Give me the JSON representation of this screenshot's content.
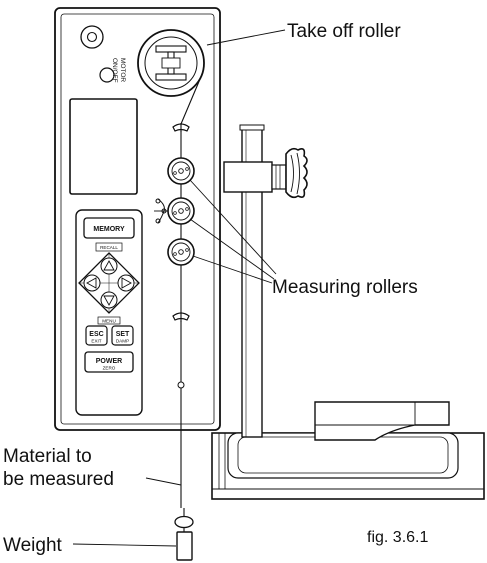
{
  "labels": {
    "take_off_roller": "Take off roller",
    "measuring_rollers": "Measuring rollers",
    "material_line1": "Material to",
    "material_line2": "be measured",
    "weight": "Weight",
    "figure_number": "fig. 3.6.1"
  },
  "device": {
    "motor_label": "MOTOR",
    "onoff_label": "ON/OFF",
    "keypad": {
      "memory": "MEMORY",
      "recall": "RECALL",
      "menu": "MENU",
      "esc": "ESC",
      "exit": "EXIT",
      "set": "SET",
      "damp": "DAMP",
      "power": "POWER",
      "zero": "ZERO"
    }
  }
}
